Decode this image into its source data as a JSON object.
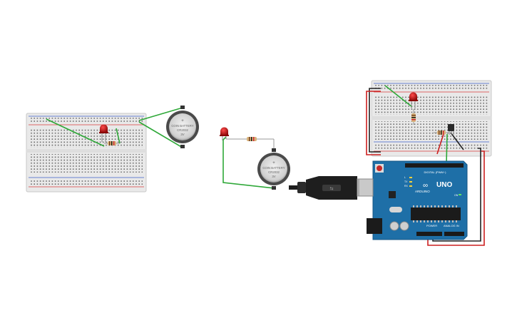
{
  "circuit": {
    "battery_label_line1": "COIN BATTERY",
    "battery_label_line2": "CR2032",
    "battery_label_line3": "3V",
    "battery_plus": "+",
    "arduino_brand": "ARDUINO",
    "arduino_model": "UNO",
    "arduino_power_label": "POWER",
    "arduino_analog_label": "ANALOG IN",
    "arduino_digital_label": "DIGITAL (PWM~)",
    "arduino_tx": "TX",
    "arduino_rx": "RX",
    "arduino_l": "L",
    "arduino_on": "ON"
  },
  "colors": {
    "breadboard": "#e9e9e9",
    "rail_red": "#d83a3a",
    "rail_blue": "#3a5ec8",
    "wire_green": "#2ea838",
    "wire_red": "#cc1f1f",
    "wire_black": "#222222",
    "led_red": "#b01010",
    "arduino_blue": "#1e6fa7",
    "battery_gray": "#4a4a4a",
    "usb_black": "#1e1e1e"
  },
  "components": [
    "breadboard-left",
    "led-left",
    "resistor-left",
    "coin-battery-left",
    "led-middle",
    "resistor-middle",
    "coin-battery-middle",
    "usb-cable",
    "breadboard-right",
    "led-right",
    "resistor-right",
    "temperature-sensor",
    "arduino-uno"
  ]
}
